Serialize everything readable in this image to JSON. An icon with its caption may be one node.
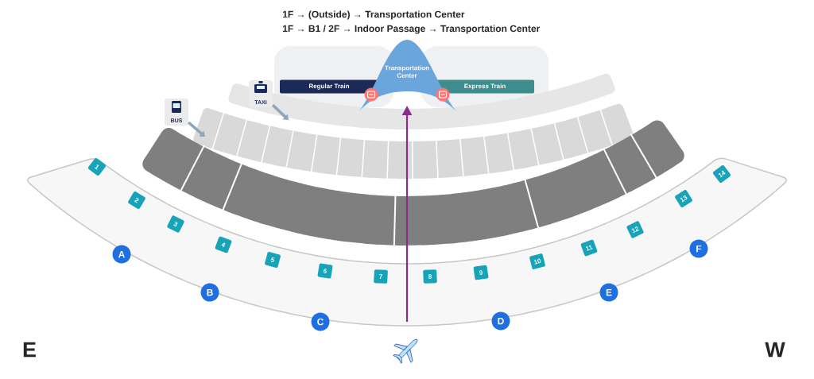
{
  "diagram": {
    "nodes": [
      {
        "text": [
          "Transportation Center"
        ]
      },
      {
        "text": [
          "Regular Train"
        ]
      },
      {
        "text": [
          "Express Train"
        ]
      },
      {
        "text": [
          "BUS"
        ]
      },
      {
        "text": [
          "TAXI"
        ]
      },
      {
        "text": [
          "1"
        ]
      },
      {
        "text": [
          "2"
        ]
      },
      {
        "text": [
          "3"
        ]
      },
      {
        "text": [
          "4"
        ]
      },
      {
        "text": [
          "5"
        ]
      },
      {
        "text": [
          "6"
        ]
      },
      {
        "text": [
          "7"
        ]
      },
      {
        "text": [
          "8"
        ]
      },
      {
        "text": [
          "9"
        ]
      },
      {
        "text": [
          "10"
        ]
      },
      {
        "text": [
          "11"
        ]
      },
      {
        "text": [
          "12"
        ]
      },
      {
        "text": [
          "13"
        ]
      },
      {
        "text": [
          "14"
        ]
      },
      {
        "text": [
          "A"
        ]
      },
      {
        "text": [
          "B"
        ]
      },
      {
        "text": [
          "C"
        ]
      },
      {
        "text": [
          "D"
        ]
      },
      {
        "text": [
          "E"
        ]
      },
      {
        "text": [
          "F"
        ]
      },
      {
        "text": [],
        "shape": "bar"
      }
    ],
    "edges": [
      {
        "from": null,
        "to": 0,
        "arrow": "to",
        "color": "#8b2a8f"
      },
      {
        "from": 3,
        "to": 25,
        "arrow": "to",
        "color": "#8ea5bd"
      },
      {
        "from": 4,
        "to": 25,
        "arrow": "to",
        "color": "#8ea5bd"
      }
    ],
    "labels": [
      "1F → (Outside) → Transportation Center",
      "1F → B1 / 2F → Indoor Passage → Transportation Center",
      "E",
      "W"
    ]
  }
}
